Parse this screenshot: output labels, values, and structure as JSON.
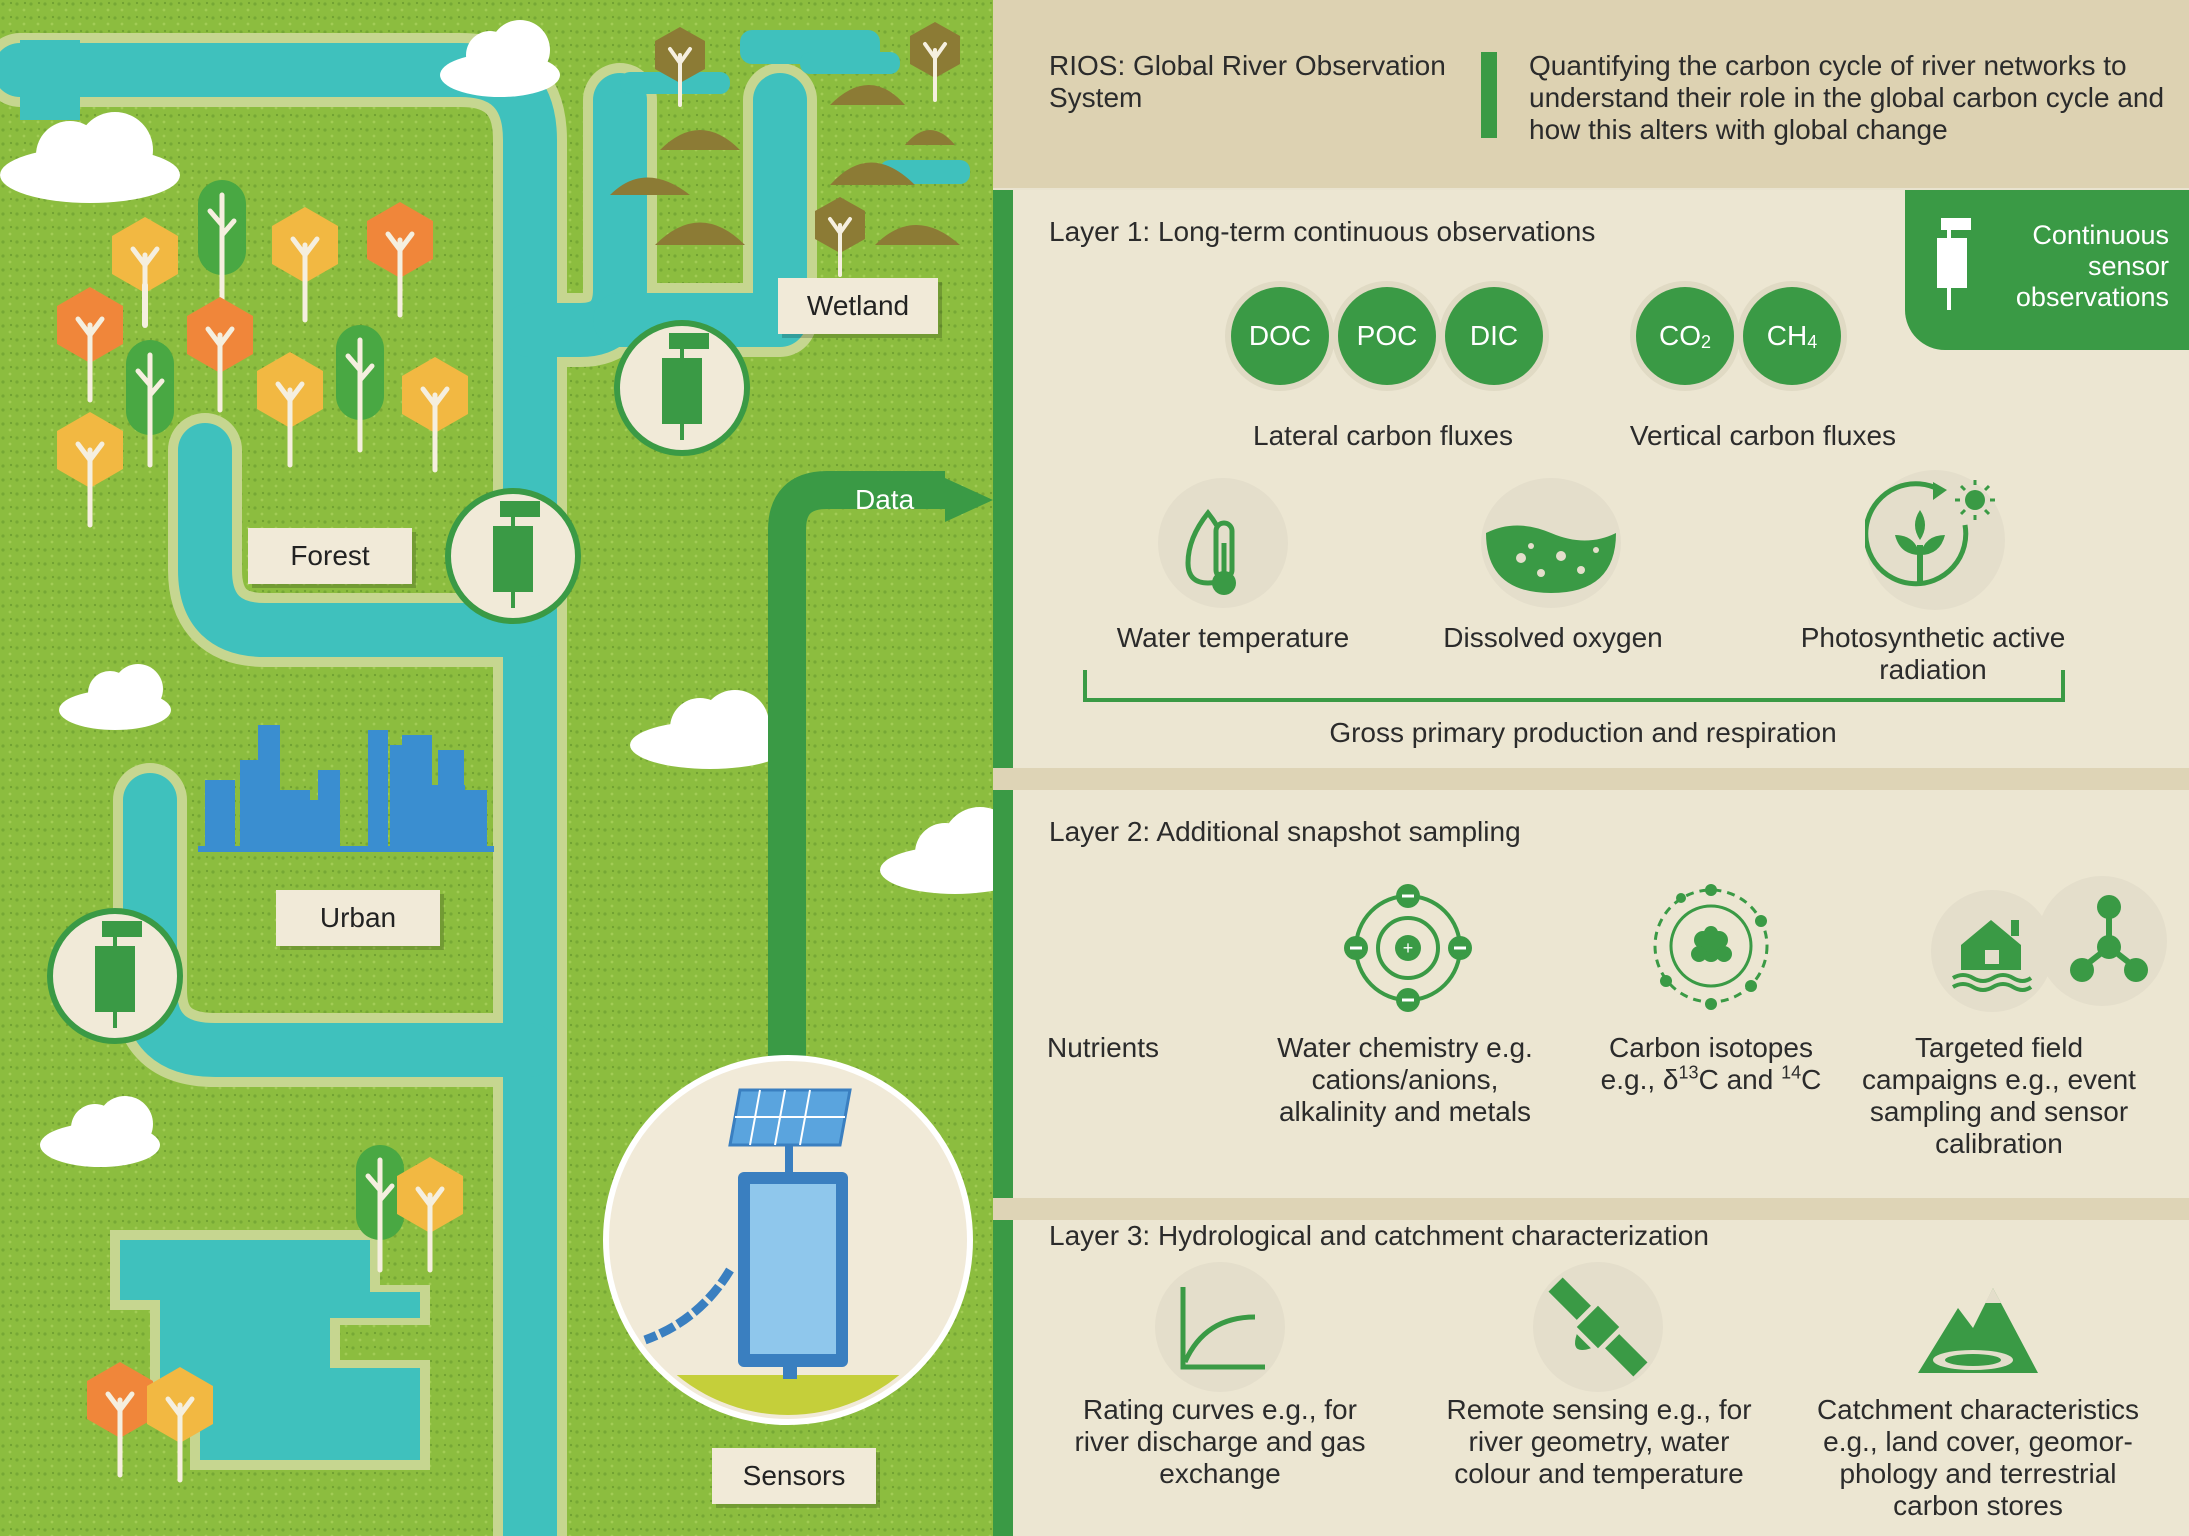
{
  "map": {
    "labels": {
      "wetland": "Wetland",
      "forest": "Forest",
      "urban": "Urban",
      "sensors": "Sensors",
      "data": "Data"
    }
  },
  "header": {
    "title": "RIOS: Global River Observation System",
    "description": "Quantifying the carbon cycle of river networks to understand their role in the global carbon cycle and how this alters with global change"
  },
  "layer1": {
    "title": "Layer 1: Long-term continuous observations",
    "badge": "Continuous sensor observations",
    "lateral": [
      "DOC",
      "POC",
      "DIC"
    ],
    "lateral_label": "Lateral carbon fluxes",
    "vertical": [
      {
        "base": "CO",
        "sub": "2"
      },
      {
        "base": "CH",
        "sub": "4"
      }
    ],
    "vertical_label": "Vertical carbon fluxes",
    "params": [
      "Water temperature",
      "Dissolved oxygen",
      "Photosynthetic active radiation"
    ],
    "bracket_label": "Gross primary production and respiration"
  },
  "layer2": {
    "title": "Layer 2: Additional snapshot sampling",
    "items": [
      {
        "label": "Nutrients"
      },
      {
        "label": "Water chemistry e.g. cations/anions, alkalinity and metals"
      },
      {
        "line1": "Carbon isotopes",
        "line2_pre": "e.g., δ",
        "sup1": "13",
        "line2_mid": "C and ",
        "sup2": "14",
        "line2_post": "C"
      },
      {
        "label": "Targeted field campaigns e.g., event sampling and sensor calibration"
      }
    ]
  },
  "layer3": {
    "title": "Layer 3: Hydrological and catchment characterization",
    "items": [
      {
        "label": "Rating curves e.g., for river discharge and gas exchange"
      },
      {
        "label": "Remote sensing e.g., for river geometry, water colour and temperature"
      },
      {
        "label": "Catchment characteristics e.g., land cover, geomor-phology and terrestrial carbon stores"
      }
    ]
  },
  "colors": {
    "green": "#3a9a45",
    "river": "#3fc1bd",
    "land": "#8cbd3f",
    "panel": "#ece6d2"
  }
}
